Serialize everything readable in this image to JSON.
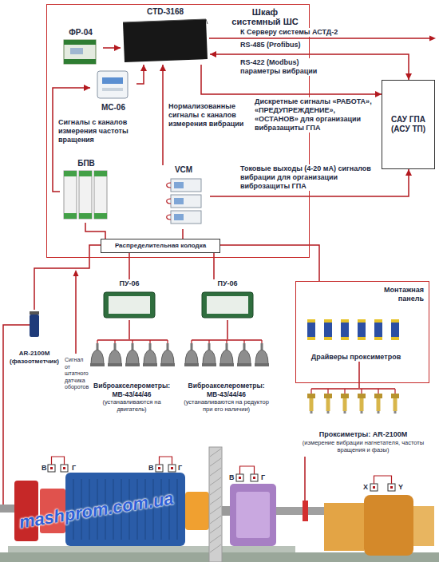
{
  "diagram": {
    "nodes": [
      {
        "text": [
          "Шкаф системный ШС"
        ]
      },
      {
        "text": [
          "ФР-04"
        ],
        "in": 0
      },
      {
        "text": [
          "CTD-3168"
        ],
        "in": 0
      },
      {
        "text": [
          "МС-06"
        ],
        "in": 0
      },
      {
        "text": [
          "БПВ"
        ],
        "in": 0
      },
      {
        "text": [
          "VCM"
        ],
        "in": 0
      },
      {
        "text": [
          "Распределительная колодка"
        ],
        "in": 0
      },
      {
        "text": [
          "САУ ГПА (АСУ ТП)"
        ]
      },
      {
        "text": [
          "ПУ-06"
        ]
      },
      {
        "text": [
          "ПУ-06"
        ]
      },
      {
        "text": [
          "Монтажная панель"
        ]
      },
      {
        "text": [
          "Драйверы проксиметров"
        ],
        "in": 10
      },
      {
        "text": [
          "AR-2100M (фазоотметчик)"
        ]
      },
      {
        "text": [
          "Виброакселерометры: МВ-43/44/46",
          "(устанавливаются на двигатель)"
        ]
      },
      {
        "text": [
          "Виброакселерометры: МВ-43/44/46",
          "(устанавливаются на редуктор при его наличии)"
        ]
      },
      {
        "text": [
          "Проксиметры: AR-2100M",
          "(измерение вибрации нагнетателя, частоты вращения и фазы)"
        ]
      }
    ],
    "edges": [
      {
        "from": 1,
        "to": 2,
        "arrow": "to"
      },
      {
        "from": 3,
        "to": 2,
        "arrow": "to"
      },
      {
        "from": 4,
        "to": 3,
        "arrow": "to",
        "label": "Сигналы с каналов измерения частоты вращения"
      },
      {
        "from": 5,
        "to": 2,
        "arrow": "to",
        "label": "Нормализованные сигналы с каналов измерения вибрации"
      },
      {
        "from": 2,
        "to": 7,
        "arrow": "both",
        "label": "RS-422 (Modbus) параметры вибрации"
      },
      {
        "from": 2,
        "to": 7,
        "arrow": "to",
        "label": "Дискретные сигналы «РАБОТА», «ПРЕДУПРЕЖДЕНИЕ», «ОСТАНОВ» для организации вибразащиты ГПА"
      },
      {
        "from": 5,
        "to": 7,
        "arrow": "to",
        "label": "Токовые выходы (4-20 мА) сигналов вибрации для организации виброзащиты ГПА"
      },
      {
        "from": 6,
        "to": 4,
        "arrow": "none"
      },
      {
        "from": 6,
        "to": 5,
        "arrow": "none"
      },
      {
        "from": 8,
        "to": 6,
        "arrow": "none"
      },
      {
        "from": 9,
        "to": 6,
        "arrow": "none"
      },
      {
        "from": 10,
        "to": 6,
        "arrow": "none"
      },
      {
        "from": 12,
        "to": 6,
        "arrow": "none"
      },
      {
        "from": 8,
        "to": 13,
        "arrow": "none"
      },
      {
        "from": 9,
        "to": 14,
        "arrow": "none"
      },
      {
        "from": 11,
        "to": 15,
        "arrow": "none"
      }
    ],
    "labels": [
      "К Серверу системы АСТД-2",
      "RS-485 (Profibus)",
      "Сигнал от штатного датчика оборотов",
      "В",
      "Г",
      "В",
      "Г",
      "В",
      "Г",
      "X",
      "Y",
      "mashprom.com.ua"
    ]
  }
}
